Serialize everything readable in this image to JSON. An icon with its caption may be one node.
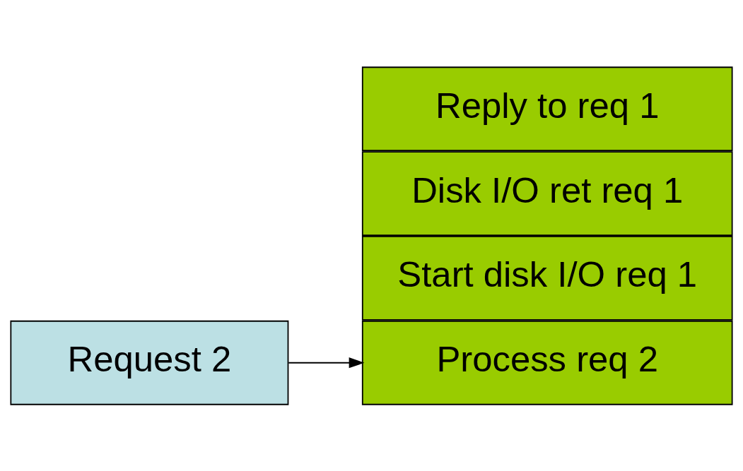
{
  "diagram": {
    "nodes": [
      {
        "text": [
          "Request 2"
        ]
      },
      {
        "text": [
          "Process req 2"
        ]
      },
      {
        "text": [
          "Start disk I/O req 1"
        ]
      },
      {
        "text": [
          "Disk I/O ret req 1"
        ]
      },
      {
        "text": [
          "Reply to req 1"
        ]
      }
    ],
    "edges": [
      {
        "from": 0,
        "to": 1,
        "arrow": "to"
      }
    ]
  }
}
